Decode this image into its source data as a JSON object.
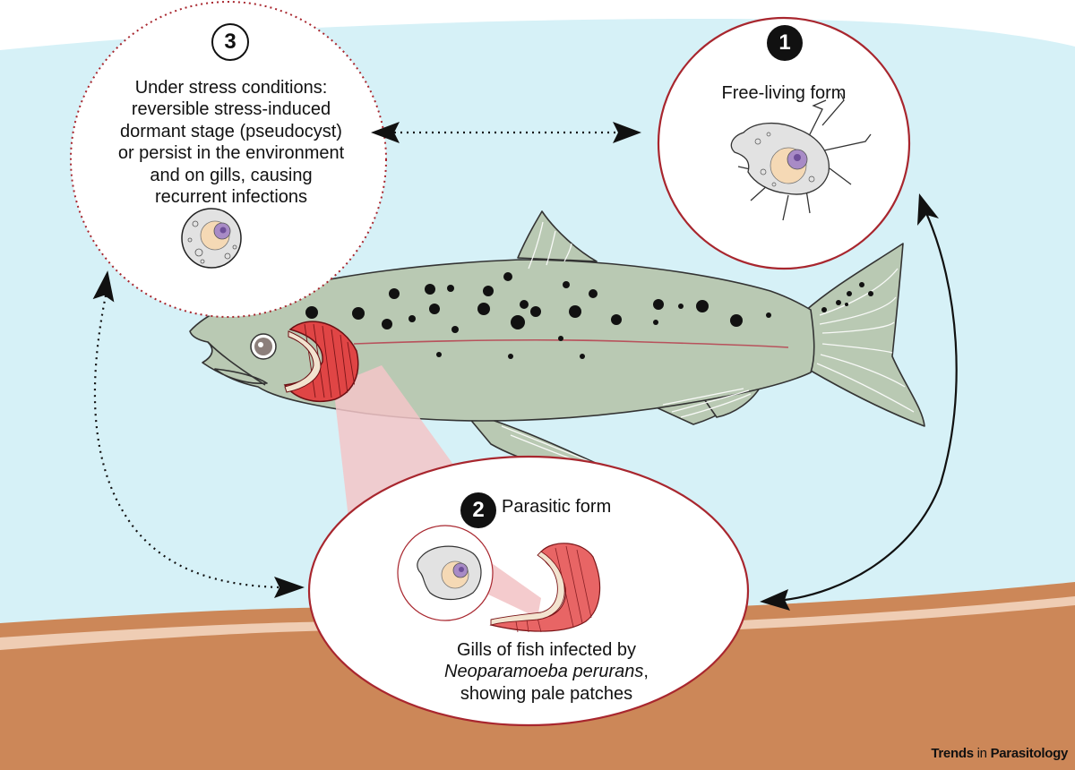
{
  "stages": {
    "stage3": {
      "number": "3",
      "lines": [
        "Under stress conditions:",
        "reversible stress-induced",
        "dormant stage (pseudocyst)",
        "or persist in the environment",
        "and on gills, causing",
        "recurrent infections"
      ]
    },
    "stage1": {
      "number": "1",
      "label": "Free-living form"
    },
    "stage2": {
      "number": "2",
      "label": "Parasitic form",
      "caption_line1": "Gills of fish infected by",
      "caption_italic": "Neoparamoeba perurans",
      "caption_line2_suffix": ",",
      "caption_line3": "showing pale patches"
    }
  },
  "journal": {
    "bold": "Trends",
    "regular": " in ",
    "bold2": "Parasitology"
  },
  "colors": {
    "water": "#d6f1f7",
    "sediment": "#cc8758",
    "sediment_stripe": "#efcdb4",
    "fish_body": "#b9c9b3",
    "gill_red": "#e04545",
    "circle_red": "#a8262e",
    "pink_beam": "#f3c5c8",
    "cell_grey": "#e2e2e2",
    "nucleus_purple": "#a88bc6"
  }
}
